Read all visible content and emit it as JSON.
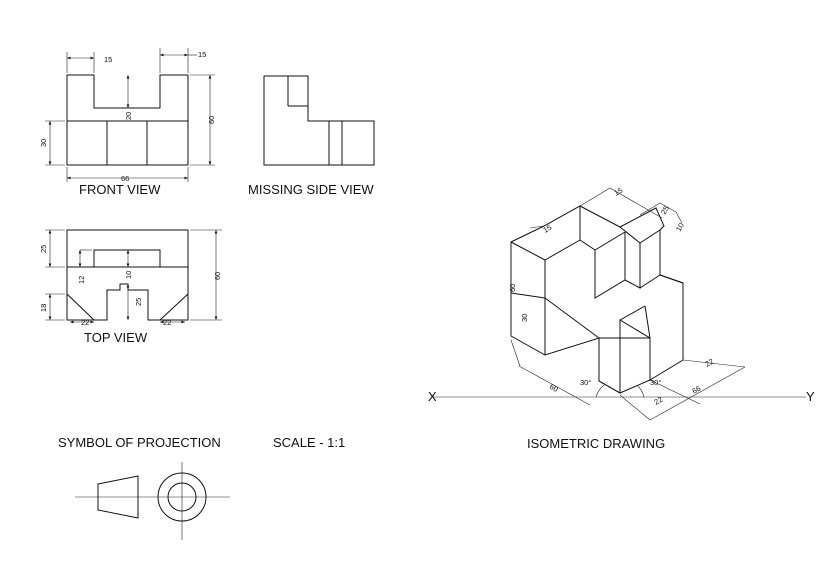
{
  "labels": {
    "front_view": "FRONT VIEW",
    "missing_side_view": "MISSING SIDE VIEW",
    "top_view": "TOP VIEW",
    "isometric_drawing": "ISOMETRIC DRAWING",
    "symbol_of_projection": "SYMBOL OF PROJECTION",
    "scale": "SCALE - 1:1",
    "axis_x": "X",
    "axis_y": "Y"
  },
  "front_dims": {
    "slot_left": "15",
    "slot_right": "15",
    "slot_depth": "20",
    "height_total": "60",
    "height_lower": "30",
    "width_total": "66"
  },
  "top_dims": {
    "height_upper": "25",
    "height_lower": "18",
    "height_total": "60",
    "step": "12",
    "slot_gap": "10",
    "slot_depth": "25",
    "chamfer_left": "22",
    "chamfer_right": "22"
  },
  "iso_dims": {
    "top_15": "15",
    "left_15": "15",
    "top_25": "25",
    "top_10": "10",
    "height_60": "60",
    "height_30": "30",
    "width_66": "66",
    "depth_60": "60",
    "angle_left": "30°",
    "angle_right": "30°",
    "right_22": "22",
    "bottom_22": "22"
  }
}
